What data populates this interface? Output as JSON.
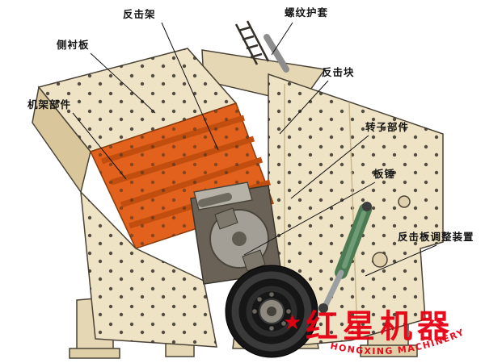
{
  "diagram": {
    "title": "impact-crusher-structure-diagram",
    "labels": [
      {
        "id": "impact-frame",
        "text": "反击架"
      },
      {
        "id": "threaded-sleeve",
        "text": "螺纹护套"
      },
      {
        "id": "side-liner-plate",
        "text": "侧衬板"
      },
      {
        "id": "impact-block",
        "text": "反击块"
      },
      {
        "id": "frame-component",
        "text": "机架部件"
      },
      {
        "id": "rotor-component",
        "text": "转子部件"
      },
      {
        "id": "blow-bar",
        "text": "板锤"
      },
      {
        "id": "impact-plate-adjuster",
        "text": "反击板调整装置"
      }
    ],
    "watermark": {
      "brand": "红星机器",
      "brand_en": "HONGXING MACHINERY",
      "star_glyph": "★",
      "color": "#e60012"
    },
    "colors": {
      "body_cream": "#efe3c6",
      "liner_orange": "#e2611c",
      "outline": "#4a4336",
      "flywheel_dark": "#161616",
      "cylinder_green": "#4c7a52",
      "brand_red": "#e60012"
    }
  }
}
